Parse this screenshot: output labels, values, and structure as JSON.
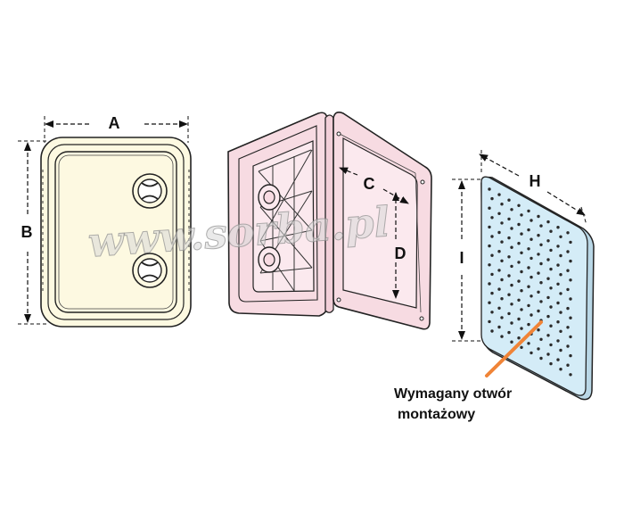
{
  "labels": {
    "A": "A",
    "B": "B",
    "C": "C",
    "D": "D",
    "H": "H",
    "I": "I"
  },
  "caption": {
    "line1": "Wymagany otwór",
    "line2": "montażowy"
  },
  "watermark": "www.sorba.pl",
  "colors": {
    "hatch_fill": "#fdf9e1",
    "frame_fill": "#f7dbe2",
    "panel_fill": "#d4ecf7",
    "panel_side": "#b9d7e6",
    "leader": "#f08437",
    "outline": "#222222",
    "dots": "#2a2a2a"
  }
}
